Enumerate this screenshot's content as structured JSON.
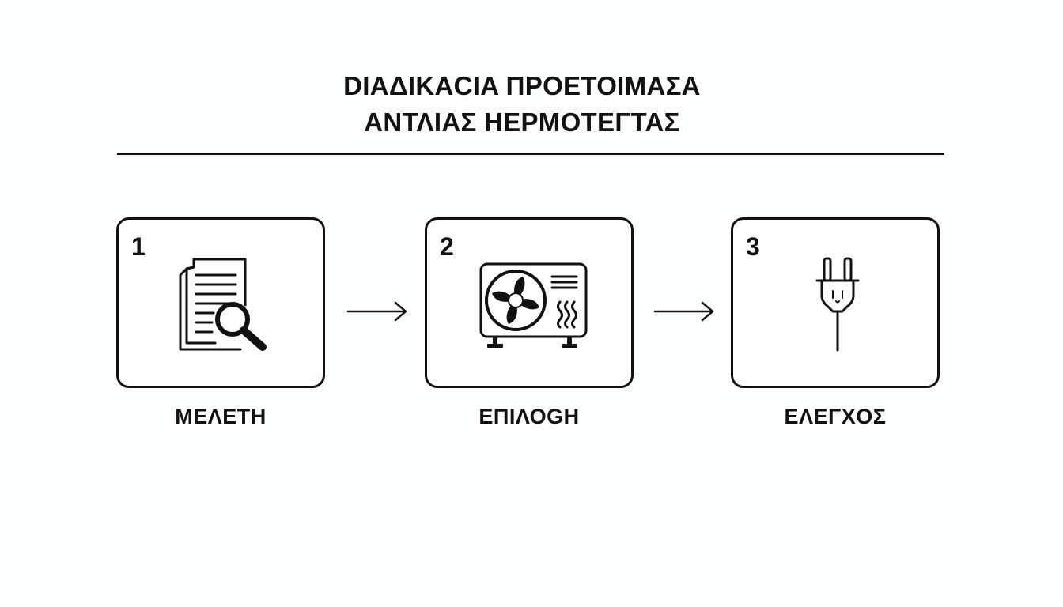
{
  "title": {
    "line1": "DIAΔIKACIA ΠΡΟΕΤΟΙΜΑΣΑ",
    "line2": "ΑΝΤΛΙΑΣ ΗΕΡΜΟΤΕΓΤΑΣ"
  },
  "steps": [
    {
      "number": "1",
      "label": "ΜΕΛΕΤΗ",
      "icon": "document-search-icon"
    },
    {
      "number": "2",
      "label": "ΕΠΙΛΟGH",
      "icon": "heat-pump-unit-icon"
    },
    {
      "number": "3",
      "label": "ΕΛΕΓΧΟΣ",
      "icon": "electric-plug-icon"
    }
  ],
  "colors": {
    "stroke": "#111111",
    "background": "#fcfdfd"
  }
}
